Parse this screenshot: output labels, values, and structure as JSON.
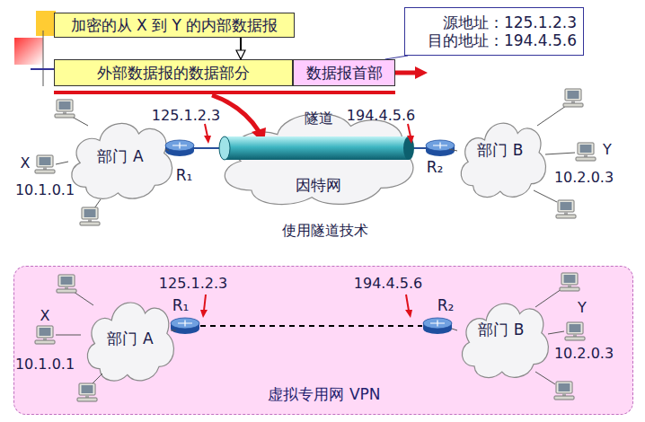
{
  "diagram": {
    "nodes": [
      {
        "text": [
          "加密的从 X 到 Y 的内部数据报"
        ]
      },
      {
        "text": [
          "外部数据报的数据部分"
        ]
      },
      {
        "text": [
          "数据报首部"
        ]
      },
      {
        "text": [
          "源地址：125.1.2.3",
          "目的地址：194.4.5.6"
        ]
      },
      {
        "text": [
          "部门 A"
        ]
      },
      {
        "text": [
          "R₁"
        ]
      },
      {
        "text": [
          "因特网"
        ]
      },
      {
        "text": [
          "R₂"
        ]
      },
      {
        "text": [
          "部门 B"
        ]
      },
      {
        "text": [
          "虚拟专用网 VPN"
        ]
      },
      {
        "text": [
          "部门 A"
        ],
        "in": 9
      },
      {
        "text": [
          "R₁"
        ],
        "in": 9
      },
      {
        "text": [
          "R₂"
        ],
        "in": 9
      },
      {
        "text": [
          "部门 B"
        ],
        "in": 9
      }
    ],
    "edges": [
      {
        "from": 0,
        "to": 1,
        "arrow": "to"
      },
      {
        "from": 3,
        "to": 2,
        "arrow": "none"
      },
      {
        "from": 11,
        "to": 12,
        "arrow": "none"
      }
    ],
    "labels": [
      "X",
      "10.1.0.1",
      "125.1.2.3",
      "194.4.5.6",
      "隧道",
      "使用隧道技术",
      "Y",
      "10.2.0.3",
      "X",
      "10.1.0.1",
      "125.1.2.3",
      "194.4.5.6",
      "Y",
      "10.2.0.3"
    ]
  }
}
